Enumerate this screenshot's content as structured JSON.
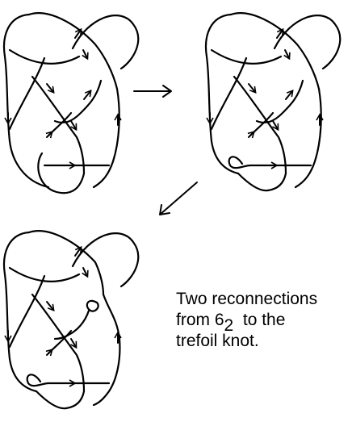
{
  "caption": {
    "line1": "Two reconnections",
    "line2_prefix": "from 6",
    "line2_subscript": "2",
    "line2_suffix": "  to the",
    "line3": "trefoil knot."
  }
}
